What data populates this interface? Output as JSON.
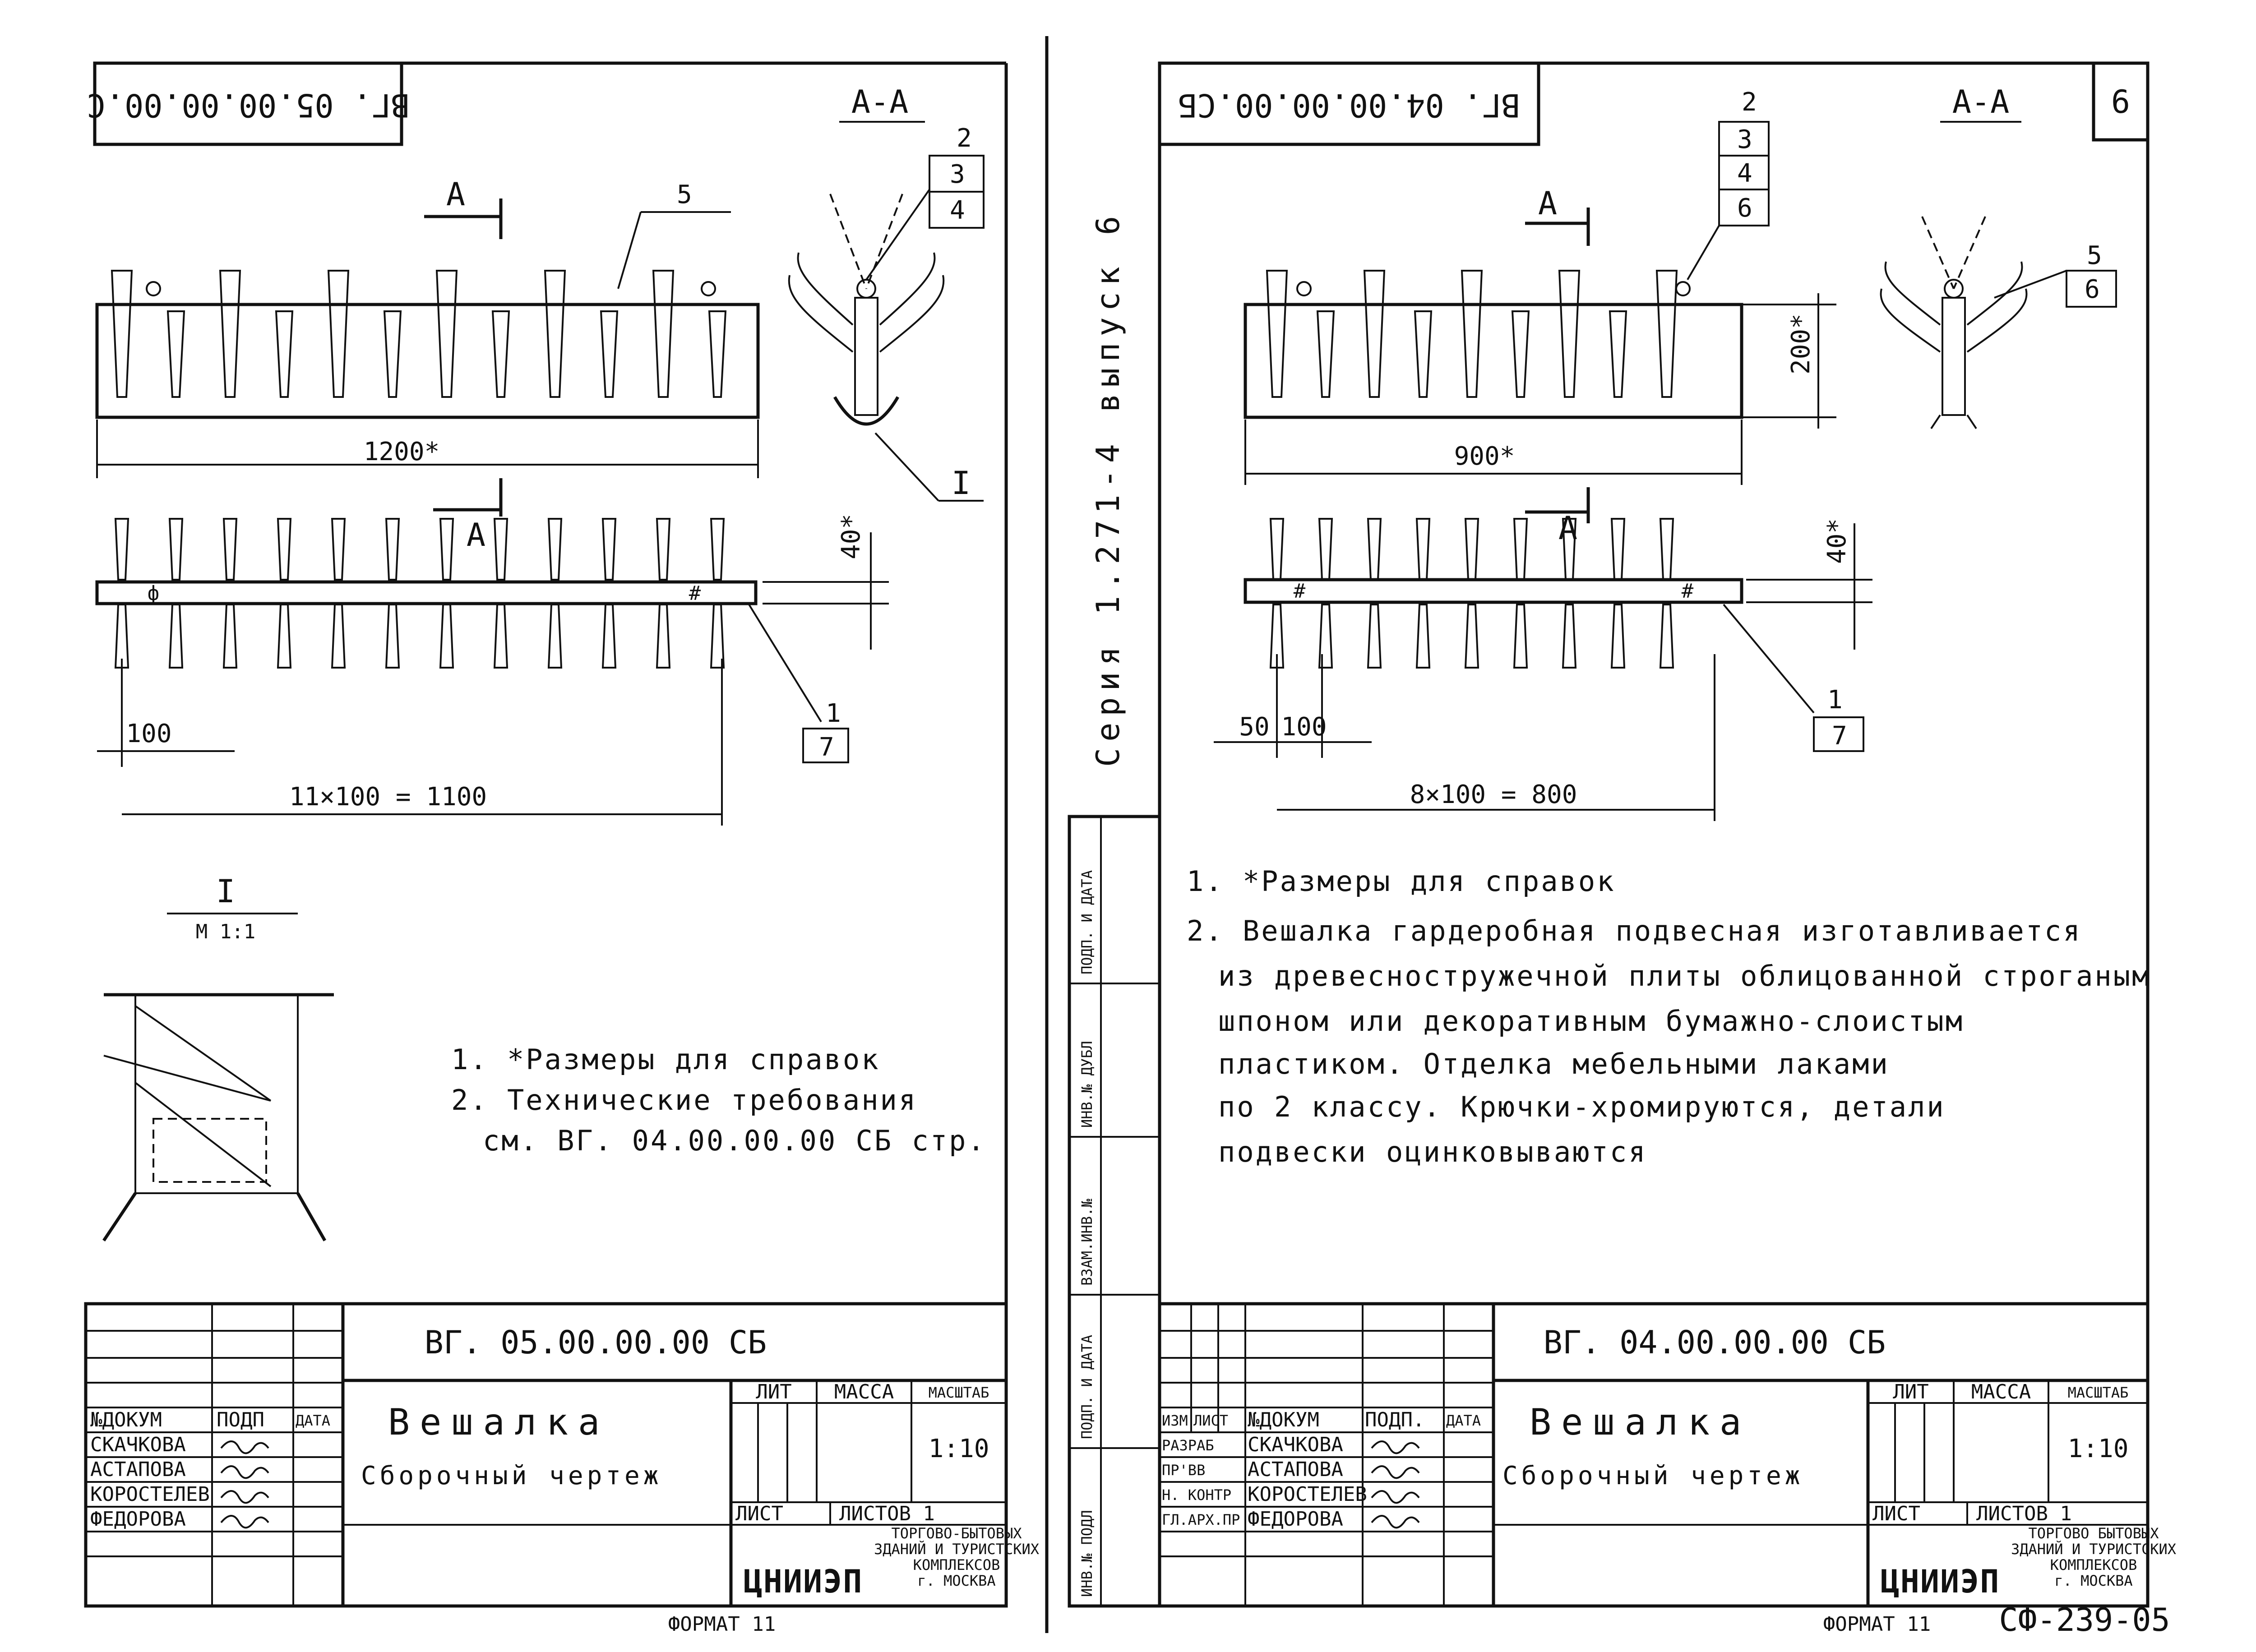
{
  "left_sheet": {
    "doc_code_top": "BГ. 05.00.00.00.С",
    "section_label": "А-А",
    "section_marker": "А",
    "callouts": {
      "pos2": "2",
      "pos3": "3",
      "pos4": "4",
      "pos5": "5",
      "pos1": "1",
      "pos7": "7",
      "detail": "I"
    },
    "dimensions": {
      "overall": "1200*",
      "height": "40*",
      "offset": "100",
      "pitch": "11×100 = 1100"
    },
    "detail_title": "I",
    "detail_scale": "М 1:1",
    "notes": [
      "1. *Размеры для справок",
      "2. Технические требования",
      "см. ВГ. 04.00.00.00 СБ стр."
    ],
    "title_block": {
      "doc_code": "ВГ. 05.00.00.00 СБ",
      "name": "Вешалка",
      "subtitle": "Сборочный чертеж",
      "hdr_lit": "ЛИТ",
      "hdr_mass": "МАССА",
      "hdr_scale": "МАСШТАБ",
      "scale": "1:10",
      "sheet_label": "ЛИСТ",
      "sheets_label": "ЛИСТОВ 1",
      "col_doc": "№ДОКУМ",
      "col_sign": "ПОДП",
      "col_date": "ДАТА",
      "people": [
        "СКАЧКОВА",
        "АСТАПОВА",
        "КОРОСТЕЛЕВ",
        "ФЕДОРОВА"
      ],
      "org_logo": "ЦНИИЭП",
      "org_text": [
        "ТОРГОВО-БЫТОВЫХ",
        "ЗДАНИЙ И ТУРИСТСКИХ",
        "КОМПЛЕКСОВ",
        "г. МОСКВА"
      ]
    },
    "format": "ФОРМАТ 11"
  },
  "right_sheet": {
    "page_number": "6",
    "doc_code_top": "BГ. 04.00.00.00.СБ",
    "section_label": "А-А",
    "section_marker": "А",
    "callouts": {
      "pos2": "2",
      "pos3": "3",
      "pos4": "4",
      "pos6": "6",
      "pos5": "5",
      "pos6b": "6",
      "pos1": "1",
      "pos7": "7"
    },
    "dimensions": {
      "overall": "900*",
      "height": "200*",
      "height2": "40*",
      "offset1": "50",
      "offset2": "100",
      "pitch": "8×100 = 800"
    },
    "series_text": "Серия 1.271-4 выпуск 6",
    "notes": [
      "1. *Размеры для справок",
      "2. Вешалка гардеробная подвесная изготавливается",
      "из древесностружечной плиты облицованной строганым",
      "шпоном или декоративным бумажно-слоистым",
      "пластиком. Отделка мебельными лаками",
      "по 2 классу. Крючки-хромируются, детали",
      "подвески оцинковываются"
    ],
    "side_stamp": [
      "ПОДП. И ДАТА",
      "ИНВ.№ ДУБЛ",
      "ВЗАМ.ИНВ.№",
      "ПОДП. И ДАТА",
      "ИНВ.№ ПОДЛ"
    ],
    "title_block": {
      "doc_code": "ВГ. 04.00.00.00 СБ",
      "name": "Вешалка",
      "subtitle": "Сборочный чертеж",
      "hdr_lit": "ЛИТ",
      "hdr_mass": "МАССА",
      "hdr_scale": "МАСШТАБ",
      "scale": "1:10",
      "sheet_label": "ЛИСТ",
      "sheets_label": "ЛИСТОВ 1",
      "col_izm": "ИЗМ",
      "col_list": "ЛИСТ",
      "col_doc": "№ДОКУМ",
      "col_sign": "ПОДП.",
      "col_date": "ДАТА",
      "roles": [
        "РАЗРАБ",
        "ПР'ВВ",
        "Н. КОНТР",
        "ГЛ.АРХ.ПР"
      ],
      "people": [
        "СКАЧКОВА",
        "АСТАПОВА",
        "КОРОСТЕЛЕВ",
        "ФЕДОРОВА"
      ],
      "org_logo": "ЦНИИЭП",
      "org_text": [
        "ТОРГОВО БЫТОВЫХ",
        "ЗДАНИЙ И ТУРИСТСКИХ",
        "КОМПЛЕКСОВ",
        "г. МОСКВА"
      ]
    },
    "format": "ФОРМАТ 11",
    "stamp_code": "СФ-239-05"
  }
}
